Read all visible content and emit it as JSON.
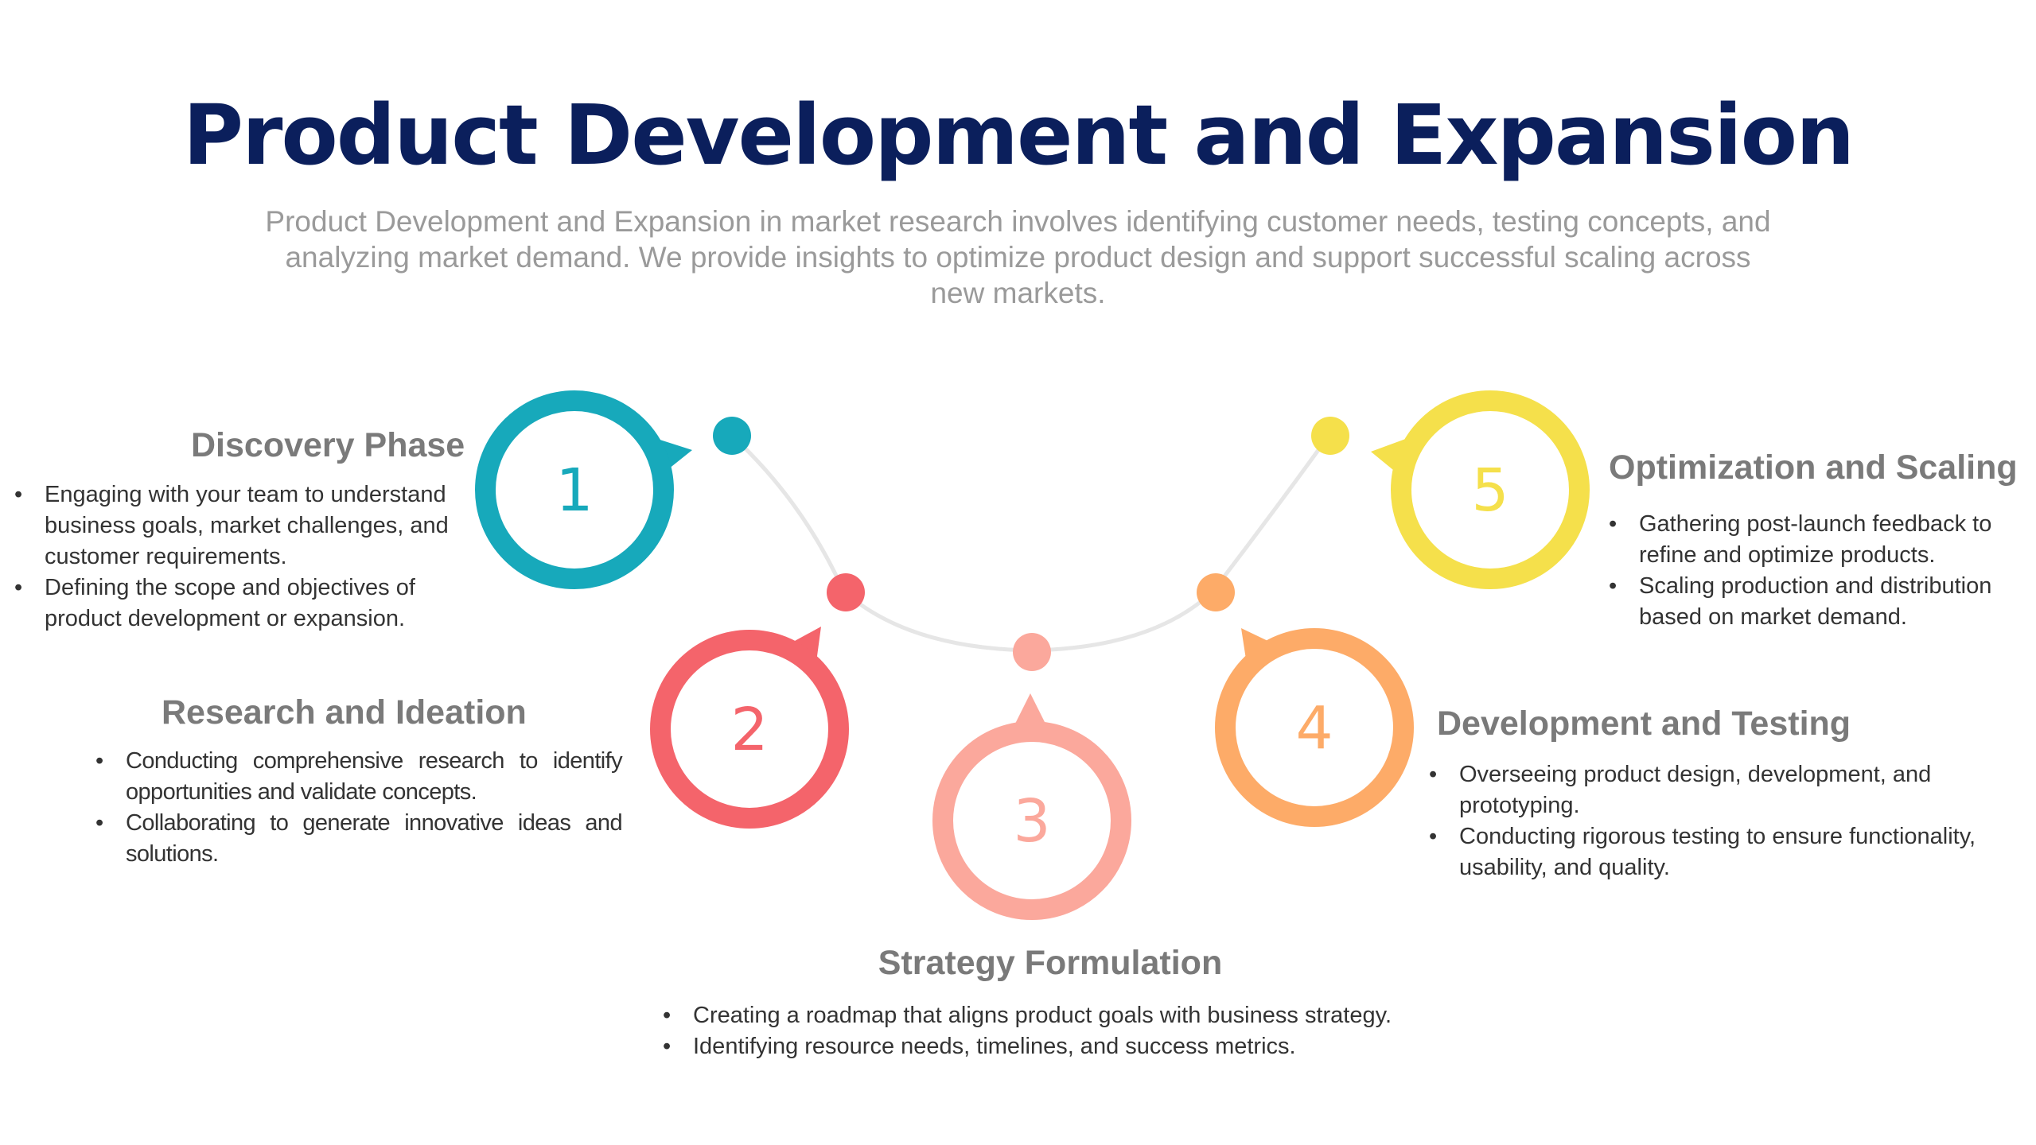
{
  "header": {
    "title": "Product Development and Expansion",
    "subtitle": "Product Development and Expansion in market research involves identifying customer needs, testing concepts, and analyzing market demand. We provide insights to optimize product design and support successful scaling across new markets."
  },
  "colors": {
    "step1": "#17a9bb",
    "step2": "#f4646b",
    "step3": "#fba89c",
    "step4": "#fdab68",
    "step5": "#f5e04b",
    "arc": "#e6e6e6",
    "title": "#0b1f5c"
  },
  "steps": [
    {
      "number": "1",
      "title": "Discovery Phase",
      "bullets": [
        "Engaging with your team to understand business goals, market challenges, and customer requirements.",
        "Defining the scope and objectives of product development or expansion."
      ]
    },
    {
      "number": "2",
      "title": "Research and Ideation",
      "bullets": [
        "Conducting comprehensive research to identify opportunities and validate concepts.",
        "Collaborating to generate innovative ideas and solutions."
      ]
    },
    {
      "number": "3",
      "title": "Strategy Formulation",
      "bullets": [
        "Creating a roadmap that aligns product goals with business strategy.",
        "Identifying resource needs, timelines, and success metrics."
      ]
    },
    {
      "number": "4",
      "title": "Development and Testing",
      "bullets": [
        "Overseeing product design, development, and prototyping.",
        "Conducting rigorous testing to ensure functionality, usability, and quality."
      ]
    },
    {
      "number": "5",
      "title": "Optimization and Scaling",
      "bullets": [
        "Gathering post-launch feedback to refine and optimize products.",
        "Scaling production and distribution based on market demand."
      ]
    }
  ]
}
